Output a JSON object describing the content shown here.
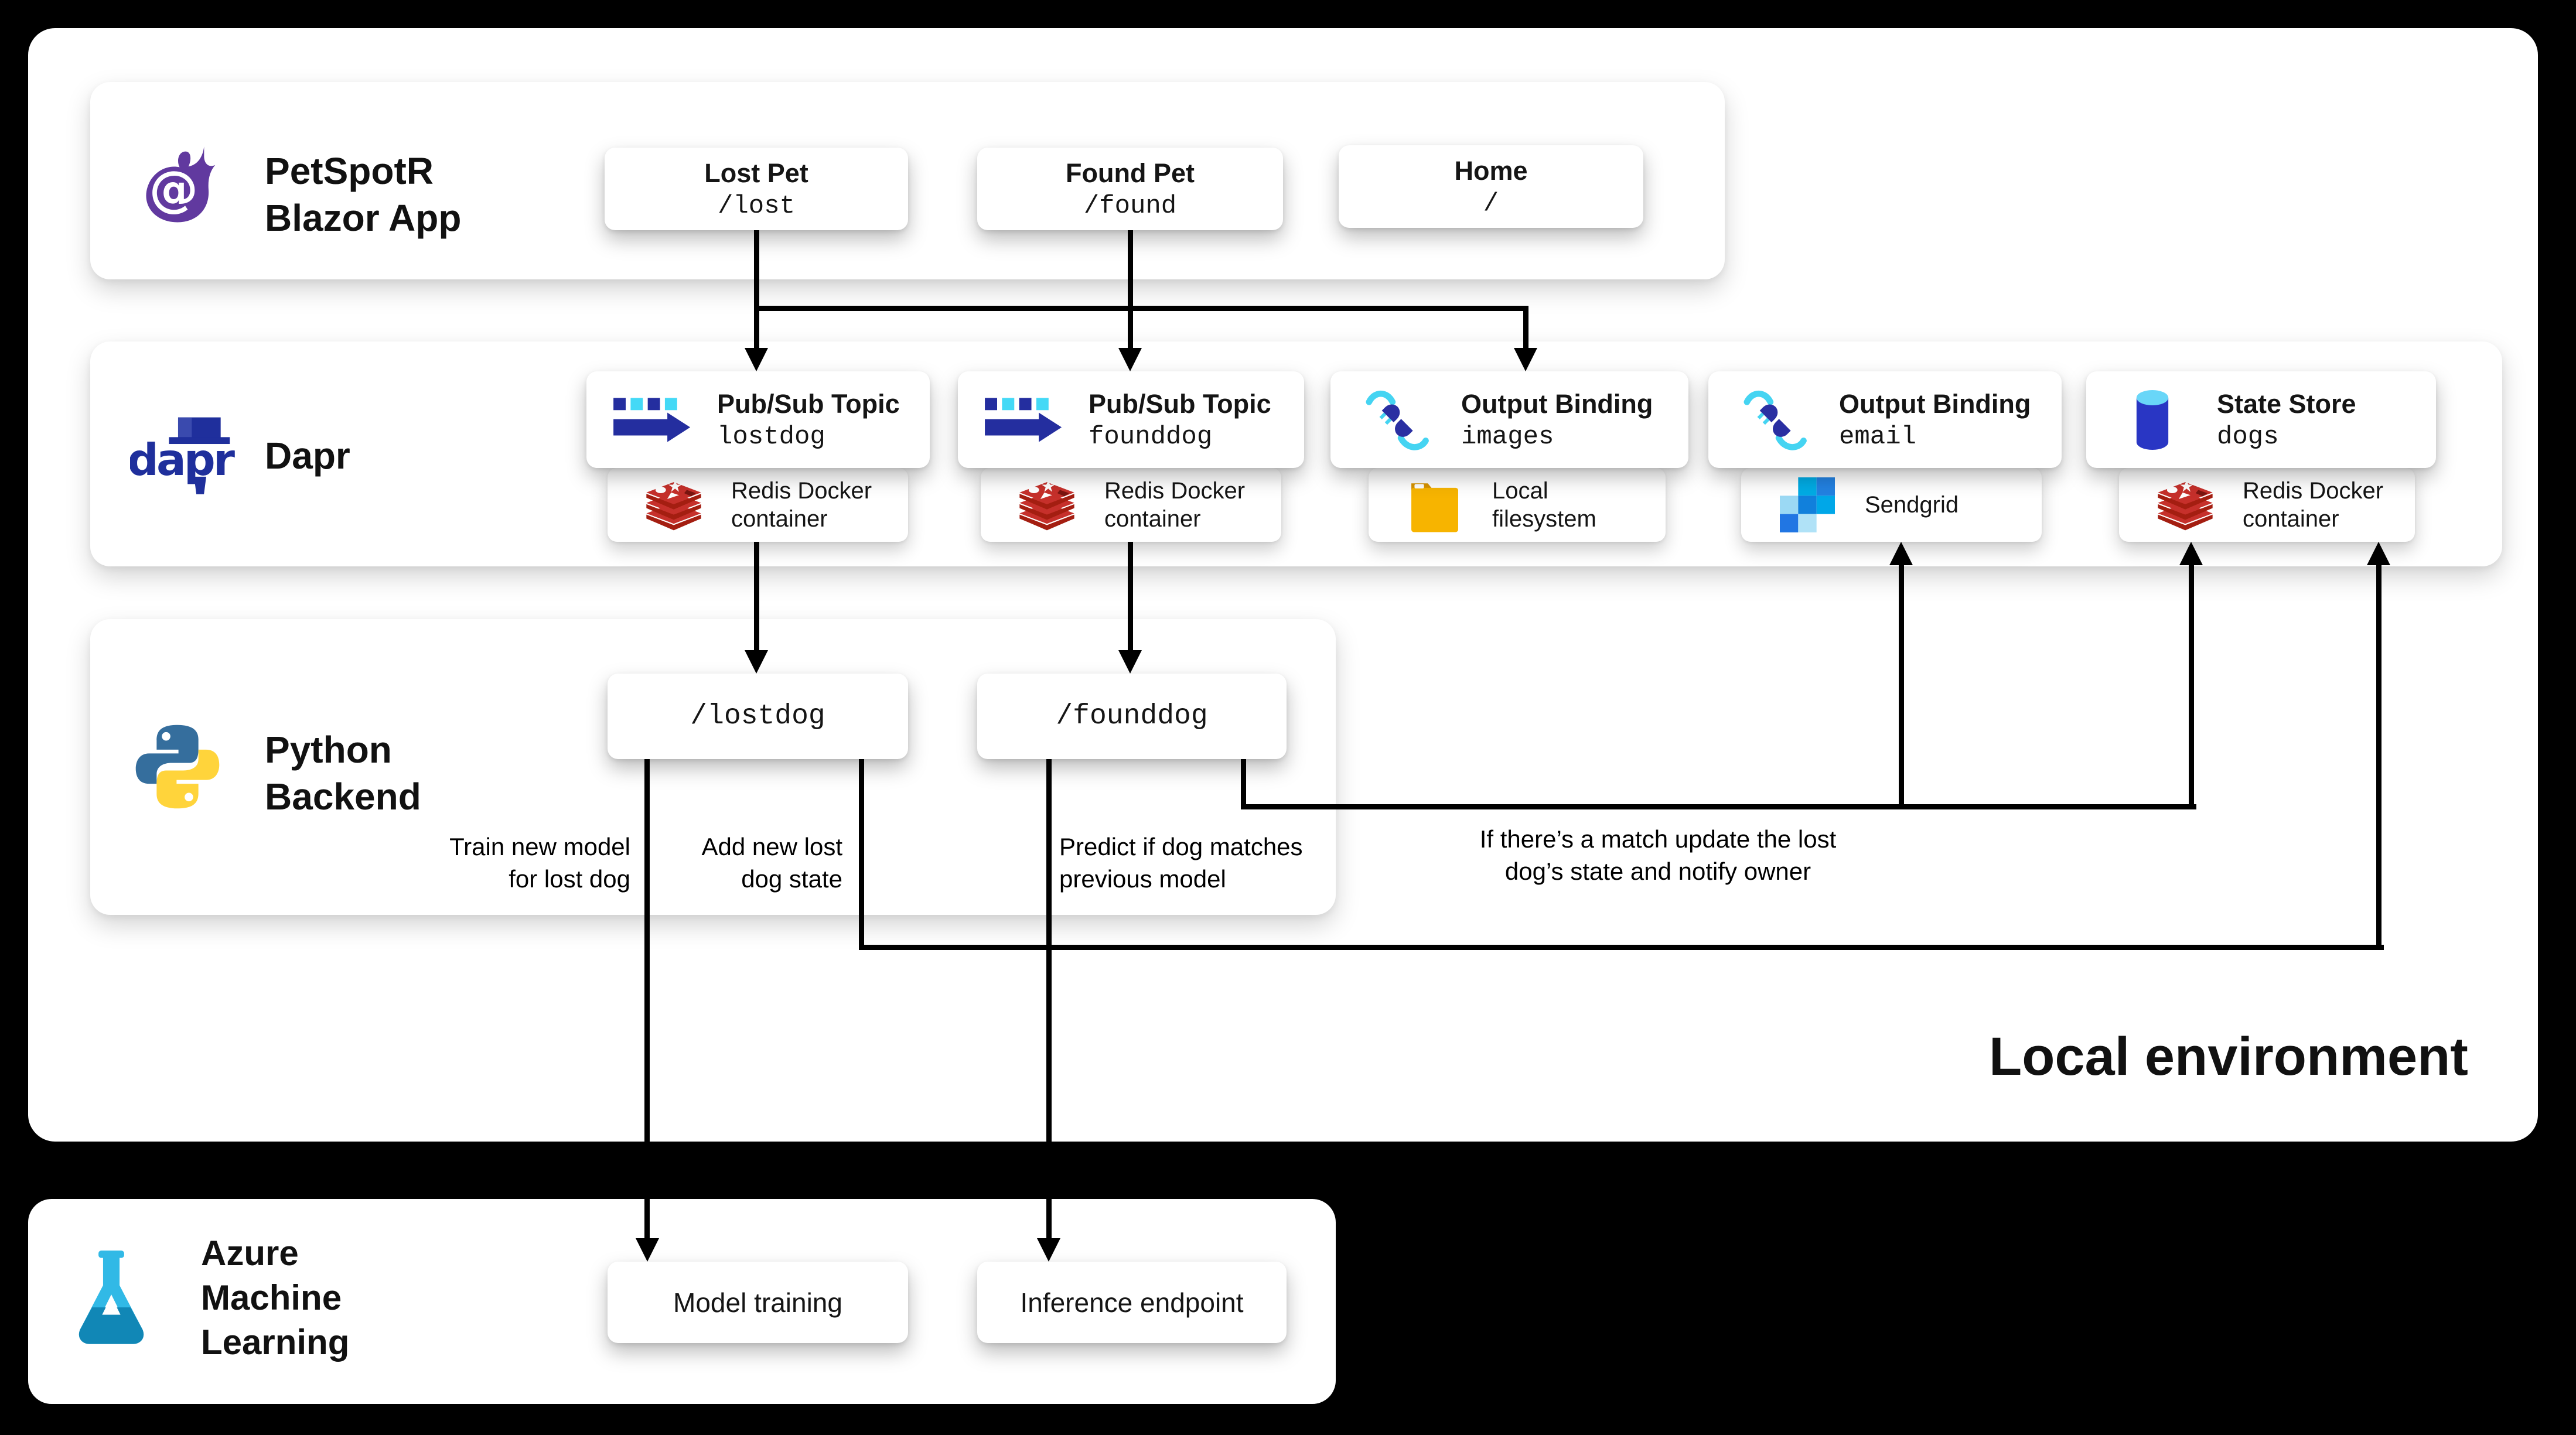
{
  "local_environment_label": "Local environment",
  "blazor_app": {
    "title_line1": "PetSpotR",
    "title_line2": "Blazor App",
    "icon": "blazor-icon",
    "pages": [
      {
        "label": "Lost Pet",
        "path": "/lost"
      },
      {
        "label": "Found Pet",
        "path": "/found"
      },
      {
        "label": "Home",
        "path": "/"
      }
    ]
  },
  "dapr": {
    "title": "Dapr",
    "icon": "dapr-logo-icon",
    "components": [
      {
        "kind": "Pub/Sub Topic",
        "name": "lostdog",
        "icon": "pubsub-icon",
        "implementation": "Redis Docker container",
        "implementation_icon": "redis-icon"
      },
      {
        "kind": "Pub/Sub Topic",
        "name": "founddog",
        "icon": "pubsub-icon",
        "implementation": "Redis Docker container",
        "implementation_icon": "redis-icon"
      },
      {
        "kind": "Output Binding",
        "name": "images",
        "icon": "binding-icon",
        "implementation": "Local filesystem",
        "implementation_icon": "folder-icon"
      },
      {
        "kind": "Output Binding",
        "name": "email",
        "icon": "binding-icon",
        "implementation": "Sendgrid",
        "implementation_icon": "sendgrid-icon"
      },
      {
        "kind": "State Store",
        "name": "dogs",
        "icon": "database-icon",
        "implementation": "Redis Docker container",
        "implementation_icon": "redis-icon"
      }
    ]
  },
  "python_backend": {
    "title_line1": "Python",
    "title_line2": "Backend",
    "icon": "python-icon",
    "endpoints": [
      {
        "path": "/lostdog"
      },
      {
        "path": "/founddog"
      }
    ],
    "annotations": [
      {
        "text": "Train new model for lost dog"
      },
      {
        "text": "Add new lost dog state"
      },
      {
        "text": "Predict if dog matches previous model"
      },
      {
        "text": "If there’s a match update the lost dog’s state and notify owner"
      }
    ]
  },
  "azure_ml": {
    "title_line1": "Azure",
    "title_line2": "Machine",
    "title_line3": "Learning",
    "icon": "azure-ml-icon",
    "services": [
      {
        "label": "Model training"
      },
      {
        "label": "Inference endpoint"
      }
    ]
  },
  "colors": {
    "background": "#000000",
    "card": "#ffffff",
    "line": "#000000",
    "blazor_purple": "#61399F",
    "dapr_navy": "#1F2F9C",
    "cyan": "#45D8F4",
    "redis_red": "#C6302B",
    "redis_dark": "#A41E11",
    "folder_yellow": "#F7B400",
    "sendgrid_blue": "#1180DC",
    "state_store_blue": "#2936C4",
    "python_blue": "#356E9D",
    "python_yellow": "#FFD43B",
    "azure_ml_blue": "#31B9E6"
  }
}
